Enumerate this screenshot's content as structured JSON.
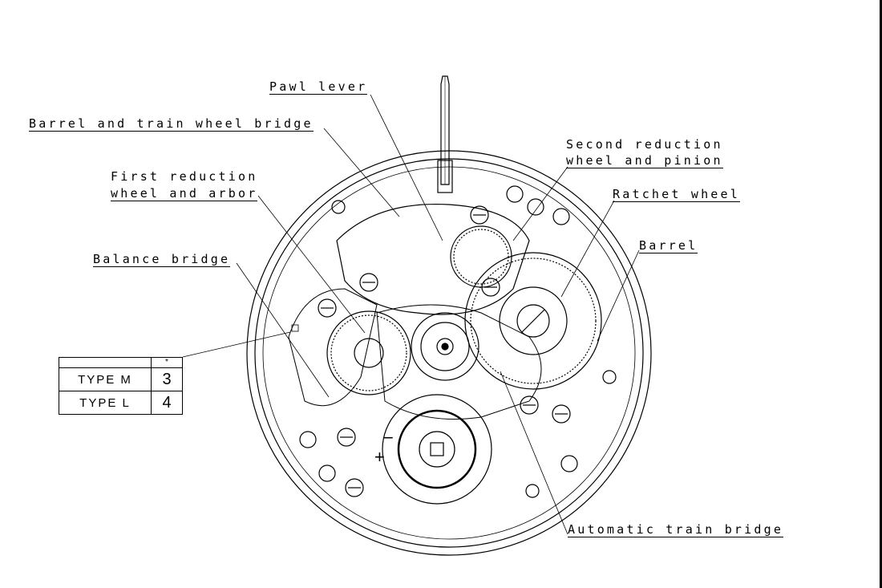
{
  "labels": {
    "pawl_lever": "Pawl lever",
    "barrel_train_bridge": "Barrel and train wheel bridge",
    "second_reduction_1": "Second reduction",
    "second_reduction_2": "wheel and pinion",
    "first_reduction_1": "First reduction",
    "first_reduction_2": "wheel and arbor",
    "ratchet_wheel": "Ratchet wheel",
    "barrel": "Barrel",
    "balance_bridge": "Balance bridge",
    "automatic_train_bridge": "Automatic train bridge"
  },
  "type_table": {
    "header_mark": "*",
    "rows": [
      {
        "name": "TYPE M",
        "value": "3"
      },
      {
        "name": "TYPE L",
        "value": "4"
      }
    ]
  },
  "regulator_marks": {
    "minus": "−",
    "plus": "+"
  },
  "colors": {
    "ink": "#000000",
    "paper": "#ffffff"
  }
}
